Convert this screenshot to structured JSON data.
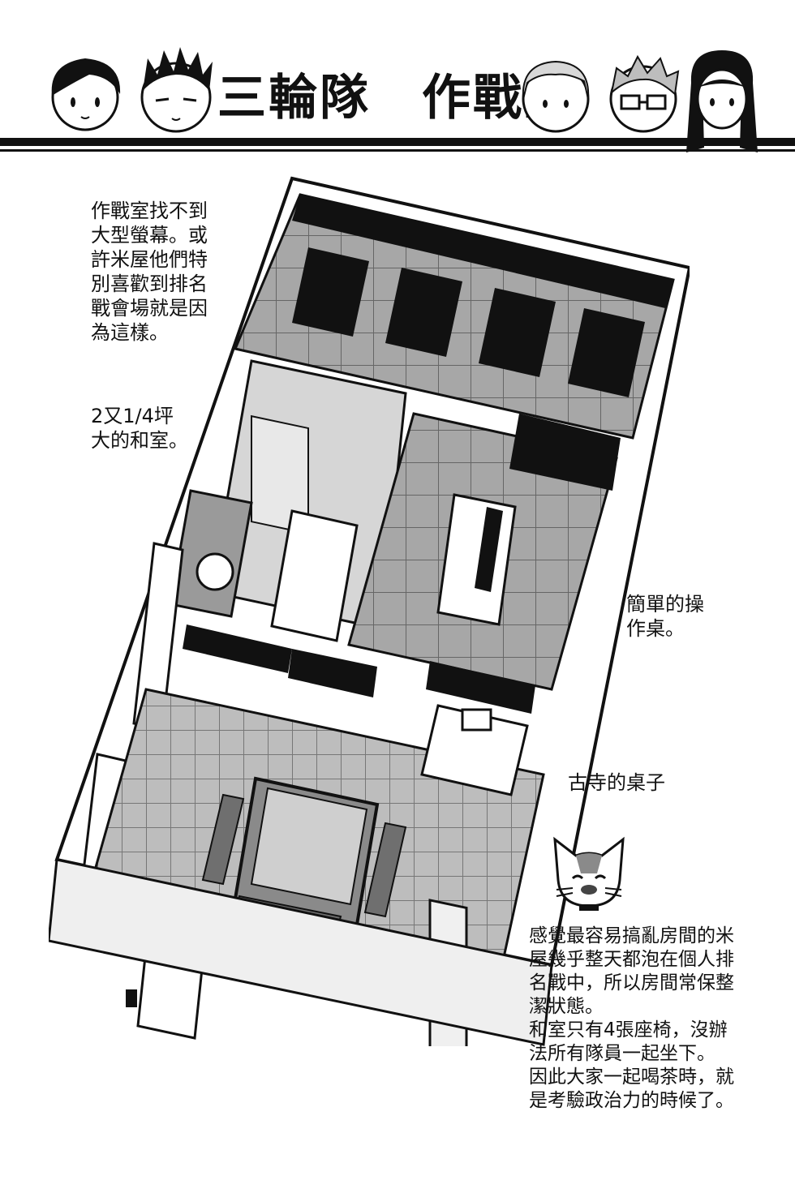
{
  "title": "三輪隊　作戰室",
  "faces": [
    "face-black-hair",
    "face-spiky-hair",
    "face-light-hair",
    "face-glasses",
    "face-long-hair"
  ],
  "notes": {
    "screen": "作戰室找不到\n大型螢幕。或\n許米屋他們特\n別喜歡到排名\n戰會場就是因\n為這樣。",
    "washitsu": "2又1/4坪\n大的和室。",
    "console": "簡單的操\n作桌。",
    "koderas_desk": "古寺的桌子",
    "bottom": "感覺最容易搞亂房間的米\n屋幾乎整天都泡在個人排\n名戰中，所以房間常保整\n潔狀態。\n和室只有4張座椅，沒辦\n法所有隊員一起坐下。\n因此大家一起喝茶時，就\n是考驗政治力的時候了。"
  },
  "colors": {
    "ink": "#111111",
    "paper": "#ffffff",
    "tone": "#9a9a9a",
    "tone_light": "#c4c4c4"
  }
}
